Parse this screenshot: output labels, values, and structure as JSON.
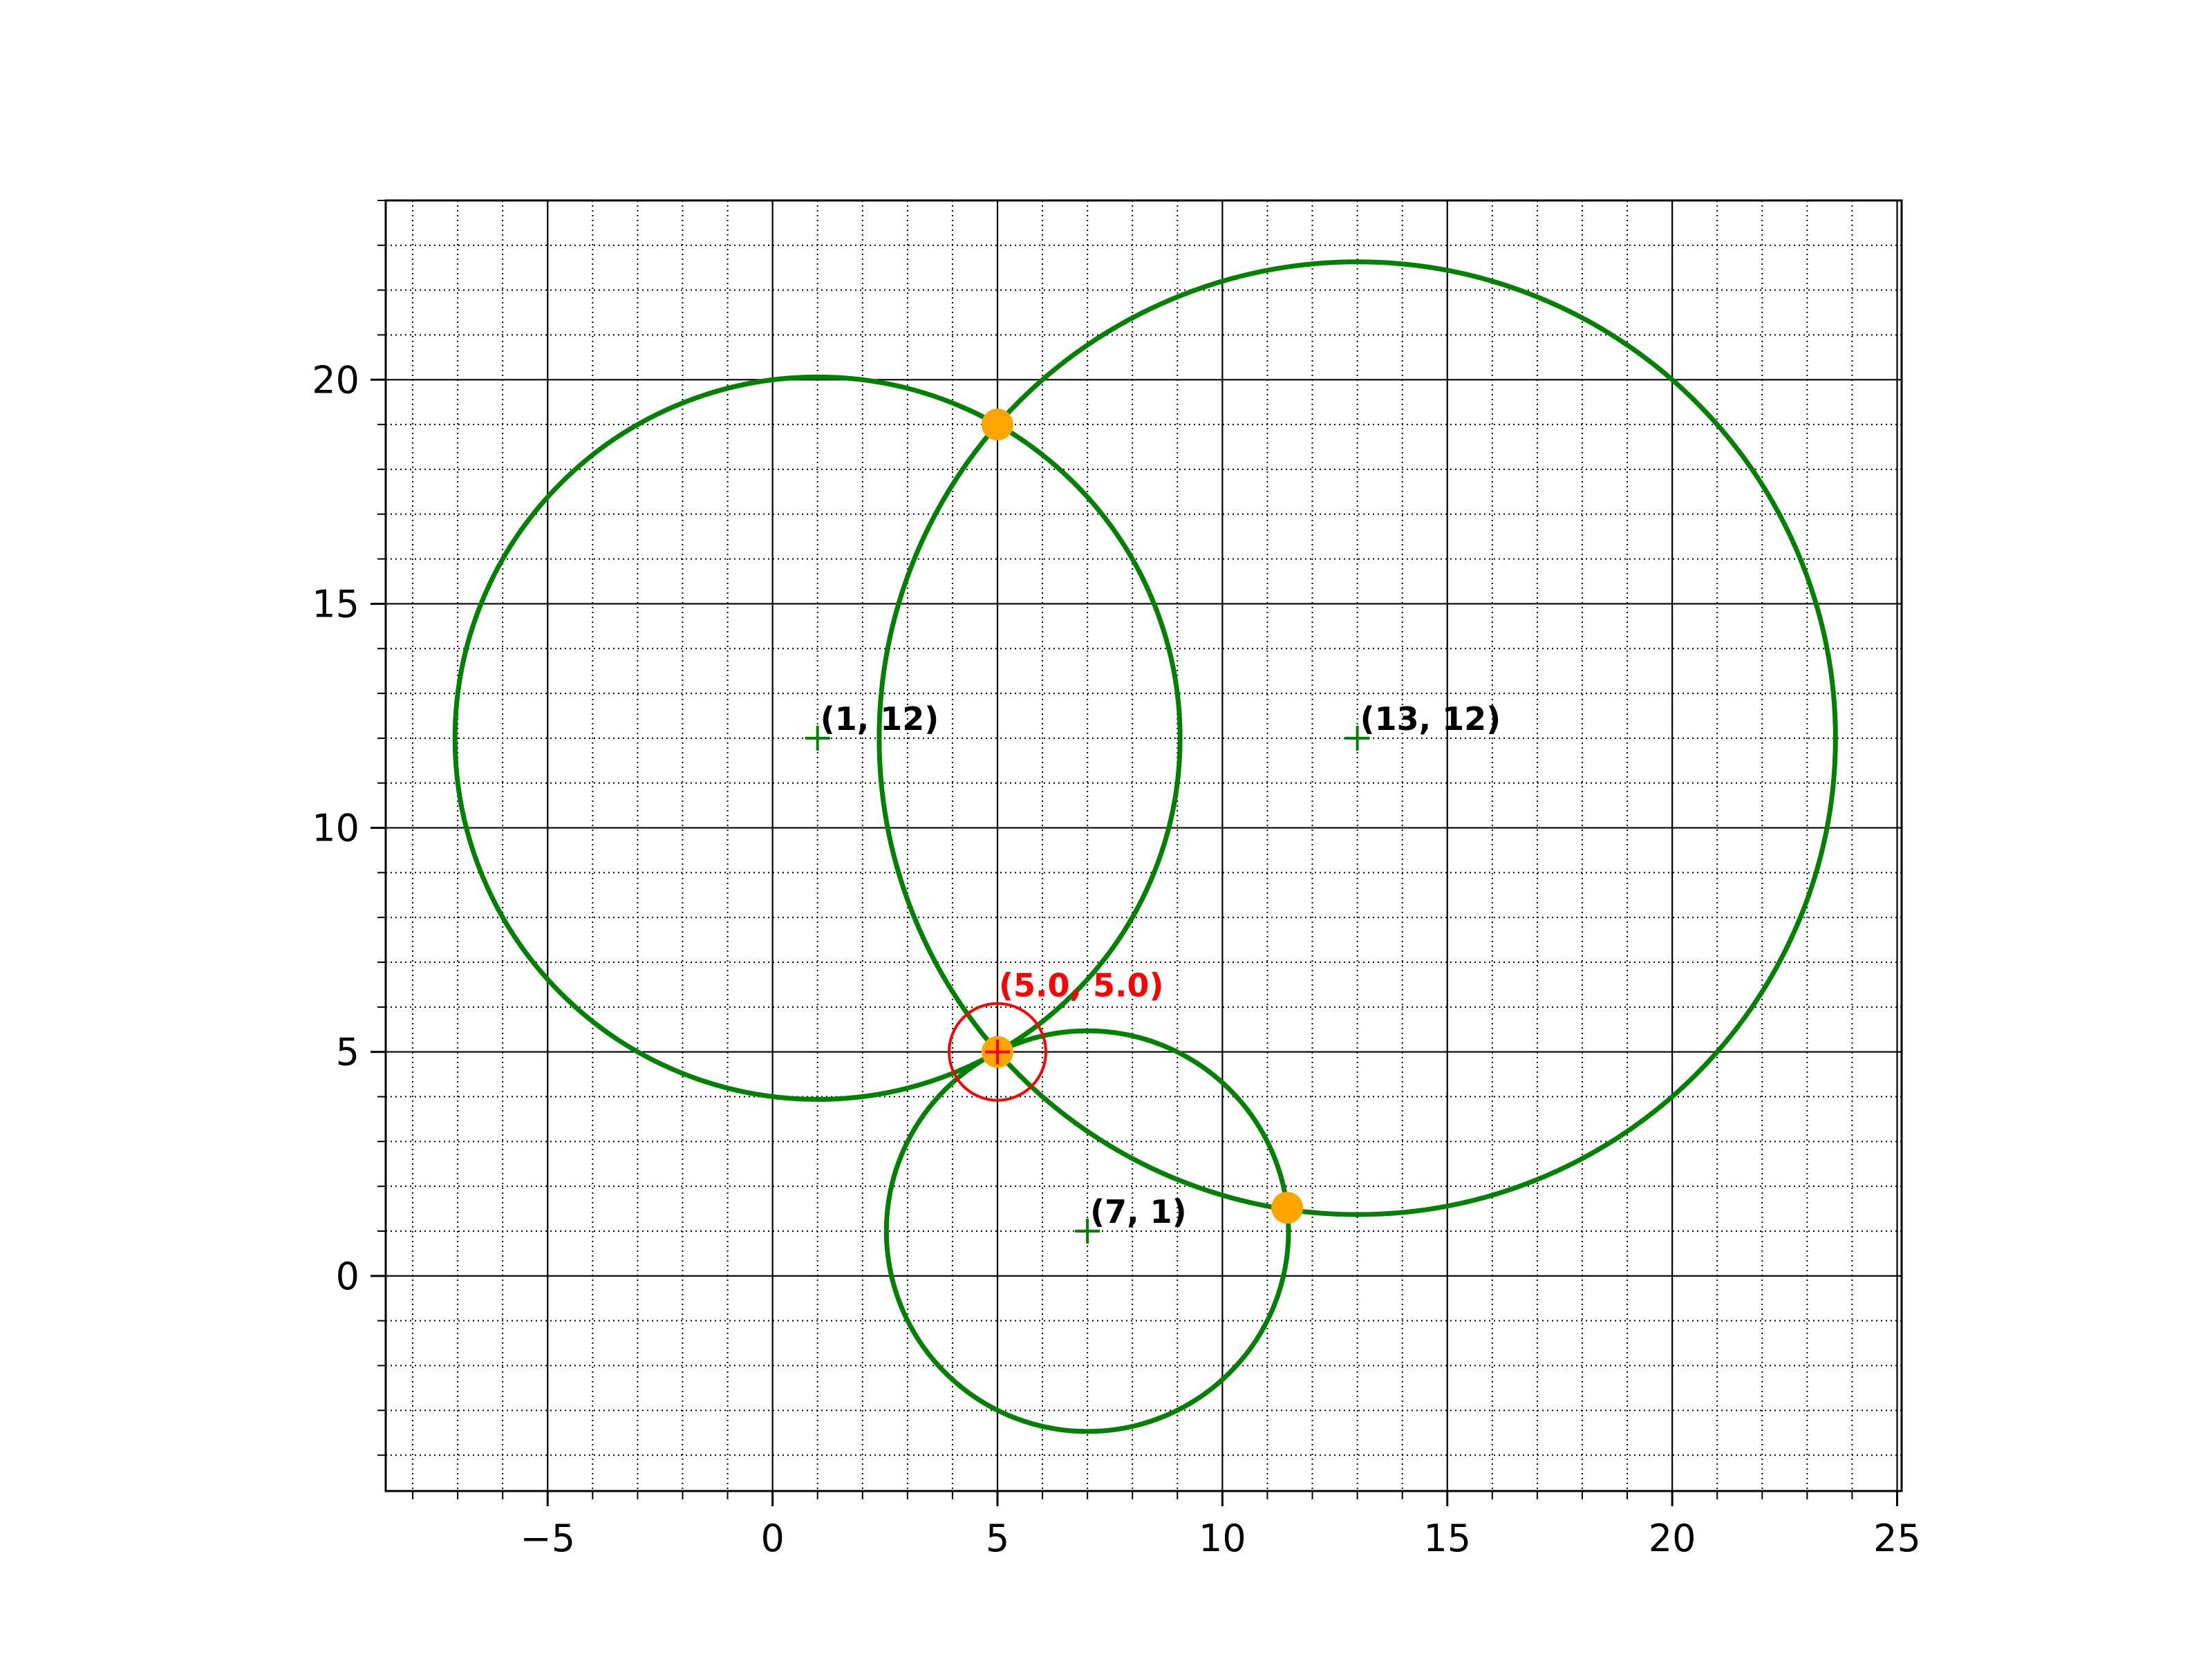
{
  "chart_data": {
    "type": "scatter",
    "title": "",
    "xlabel": "",
    "ylabel": "",
    "xlim": [
      -8.6,
      25.1
    ],
    "ylim": [
      -4.8,
      24.0
    ],
    "grid": {
      "major": true,
      "minor": true,
      "major_style": "solid",
      "minor_style": "dotted"
    },
    "x_ticks": [
      -5,
      0,
      5,
      10,
      15,
      20,
      25
    ],
    "x_tick_labels": [
      "−5",
      "0",
      "5",
      "10",
      "15",
      "20",
      "25"
    ],
    "y_ticks": [
      0,
      5,
      10,
      15,
      20
    ],
    "y_tick_labels": [
      "0",
      "5",
      "10",
      "15",
      "20"
    ],
    "minor_step": 1,
    "circles": [
      {
        "center": [
          1,
          12
        ],
        "radius": 8.06,
        "label": "(1, 12)"
      },
      {
        "center": [
          13,
          12
        ],
        "radius": 10.63,
        "label": "(13, 12)"
      },
      {
        "center": [
          7,
          1
        ],
        "radius": 4.47,
        "label": "(7, 1)"
      }
    ],
    "intersection_points": [
      {
        "x": 5.0,
        "y": 19.0
      },
      {
        "x": 5.0,
        "y": 5.0
      },
      {
        "x": 11.44,
        "y": 1.52
      }
    ],
    "highlight": {
      "x": 5.0,
      "y": 5.0,
      "label": "(5.0, 5.0)"
    },
    "colors": {
      "circle": "#008000",
      "center_marker": "#008000",
      "intersection": "#ffa500",
      "highlight": "#ff0000",
      "grid_major": "#000000",
      "grid_minor": "#000000",
      "label": "#000000"
    }
  }
}
